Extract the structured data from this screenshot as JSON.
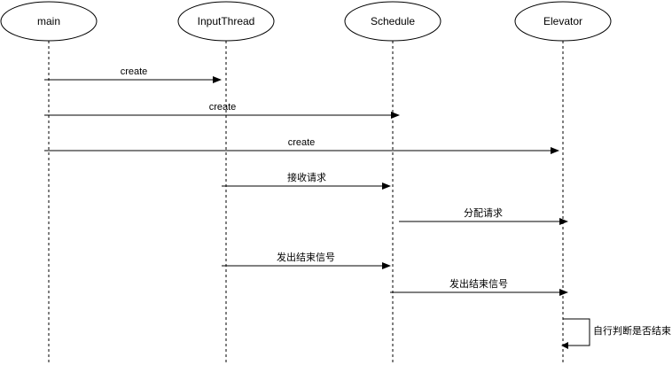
{
  "participants": [
    {
      "id": "main",
      "label": "main"
    },
    {
      "id": "inputthread",
      "label": "InputThread"
    },
    {
      "id": "schedule",
      "label": "Schedule"
    },
    {
      "id": "elevator",
      "label": "Elevator"
    }
  ],
  "messages": [
    {
      "from": "main",
      "to": "inputthread",
      "label": "create"
    },
    {
      "from": "main",
      "to": "schedule",
      "label": "create"
    },
    {
      "from": "main",
      "to": "elevator",
      "label": "create"
    },
    {
      "from": "inputthread",
      "to": "schedule",
      "label": "接收请求"
    },
    {
      "from": "schedule",
      "to": "elevator",
      "label": "分配请求"
    },
    {
      "from": "inputthread",
      "to": "schedule",
      "label": "发出结束信号"
    },
    {
      "from": "schedule",
      "to": "elevator",
      "label": "发出结束信号"
    }
  ],
  "self_message": {
    "participant": "elevator",
    "label": "自行判断是否结束"
  }
}
